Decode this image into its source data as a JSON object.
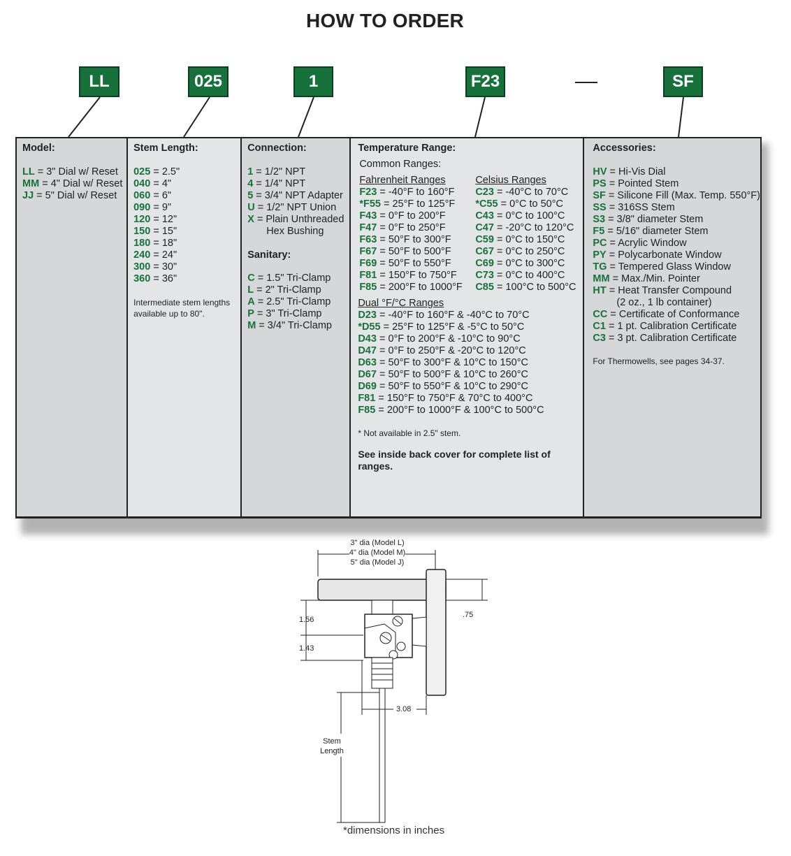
{
  "title": "HOW TO ORDER",
  "order_codes": [
    "LL",
    "025",
    "1",
    "F23",
    "SF"
  ],
  "colors": {
    "accent_green": "#16723a",
    "panel_dark": "#d5d7d9",
    "panel_light": "#e4e5e6"
  },
  "model": {
    "heading": "Model:",
    "items": [
      {
        "code": "LL",
        "text": " = 3\" Dial w/ Reset"
      },
      {
        "code": "MM",
        "text": " = 4\" Dial w/ Reset"
      },
      {
        "code": "JJ",
        "text": " = 5\" Dial w/ Reset"
      }
    ]
  },
  "stem": {
    "heading": "Stem Length:",
    "items": [
      {
        "code": "025",
        "text": " = 2.5\""
      },
      {
        "code": "040",
        "text": " = 4\""
      },
      {
        "code": "060",
        "text": " = 6\""
      },
      {
        "code": "090",
        "text": " = 9\""
      },
      {
        "code": "120",
        "text": " = 12\""
      },
      {
        "code": "150",
        "text": " = 15\""
      },
      {
        "code": "180",
        "text": " = 18\""
      },
      {
        "code": "240",
        "text": " = 24\""
      },
      {
        "code": "300",
        "text": " = 30\""
      },
      {
        "code": "360",
        "text": " = 36\""
      }
    ],
    "note_line1": "Intermediate stem lengths",
    "note_line2": "available up to 80\"."
  },
  "connection": {
    "heading": "Connection:",
    "items": [
      {
        "code": "1",
        "text": " = 1/2\" NPT"
      },
      {
        "code": "4",
        "text": " = 1/4\" NPT"
      },
      {
        "code": "5",
        "text": " = 3/4\" NPT Adapter"
      },
      {
        "code": "U",
        "text": " = 1/2\" NPT Union"
      },
      {
        "code": "X",
        "text": " = Plain Unthreaded"
      }
    ],
    "continuation": "Hex Bushing",
    "sanitary_heading": "Sanitary:",
    "sanitary_items": [
      {
        "code": "C",
        "text": " = 1.5\" Tri-Clamp"
      },
      {
        "code": "L",
        "text": " = 2\" Tri-Clamp"
      },
      {
        "code": "A",
        "text": " = 2.5\" Tri-Clamp"
      },
      {
        "code": "P",
        "text": " = 3\" Tri-Clamp"
      },
      {
        "code": "M",
        "text": " = 3/4\" Tri-Clamp"
      }
    ]
  },
  "temperature": {
    "heading": "Temperature Range:",
    "common_label": "Common Ranges:",
    "fahrenheit_heading": "Fahrenheit  Ranges",
    "celsius_heading": "Celsius Ranges",
    "fahrenheit": [
      {
        "code": "F23",
        "text": " = -40°F to 160°F"
      },
      {
        "code": "*F55",
        "text": " = 25°F to 125°F"
      },
      {
        "code": "F43",
        "text": " = 0°F to 200°F"
      },
      {
        "code": "F47",
        "text": " = 0°F to 250°F"
      },
      {
        "code": "F63",
        "text": " = 50°F to 300°F"
      },
      {
        "code": "F67",
        "text": " = 50°F to 500°F"
      },
      {
        "code": "F69",
        "text": " = 50°F to 550°F"
      },
      {
        "code": "F81",
        "text": " = 150°F to 750°F"
      },
      {
        "code": "F85",
        "text": " = 200°F to 1000°F"
      }
    ],
    "celsius": [
      {
        "code": "C23",
        "text": " = -40°C to 70°C"
      },
      {
        "code": "*C55",
        "text": " = 0°C to 50°C"
      },
      {
        "code": "C43",
        "text": " = 0°C to 100°C"
      },
      {
        "code": "C47",
        "text": " = -20°C to 120°C"
      },
      {
        "code": "C59",
        "text": " = 0°C to 150°C"
      },
      {
        "code": "C67",
        "text": " = 0°C to 250°C"
      },
      {
        "code": "C69",
        "text": " = 0°C to 300°C"
      },
      {
        "code": "C73",
        "text": " = 0°C to 400°C"
      },
      {
        "code": "C85",
        "text": " = 100°C to 500°C"
      }
    ],
    "dual_heading": "Dual °F/°C Ranges",
    "dual": [
      {
        "code": "D23",
        "text": " = -40°F to 160°F & -40°C to 70°C"
      },
      {
        "code": "*D55",
        "text": " = 25°F to 125°F & -5°C to 50°C"
      },
      {
        "code": "D43",
        "text": " = 0°F to 200°F & -10°C to 90°C"
      },
      {
        "code": "D47",
        "text": " = 0°F to 250°F & -20°C to 120°C"
      },
      {
        "code": "D63",
        "text": " = 50°F to 300°F & 10°C to 150°C"
      },
      {
        "code": "D67",
        "text": " = 50°F to 500°F & 10°C to 260°C"
      },
      {
        "code": "D69",
        "text": " = 50°F to 550°F  & 10°C to 290°C"
      },
      {
        "code": "F81",
        "text": " = 150°F to 750°F & 70°C to 400°C"
      },
      {
        "code": "F85",
        "text": " = 200°F to 1000°F & 100°C to 500°C"
      }
    ],
    "footnote": "* Not available in 2.5\" stem.",
    "see_inside_line1": "See inside back cover for complete list of",
    "see_inside_line2": "ranges."
  },
  "accessories": {
    "heading": "Accessories:",
    "items": [
      {
        "code": "HV",
        "text": " = Hi-Vis Dial"
      },
      {
        "code": "PS",
        "text": " = Pointed Stem"
      },
      {
        "code": "SF",
        "text": " = Silicone Fill (Max. Temp. 550°F)"
      },
      {
        "code": "SS",
        "text": " = 316SS Stem"
      },
      {
        "code": "S3",
        "text": " = 3/8\" diameter Stem"
      },
      {
        "code": "F5",
        "text": " = 5/16\" diameter  Stem"
      },
      {
        "code": "PC",
        "text": " = Acrylic Window"
      },
      {
        "code": "PY",
        "text": " = Polycarbonate Window"
      },
      {
        "code": "TG",
        "text": " = Tempered Glass Window"
      },
      {
        "code": "MM",
        "text": " = Max./Min. Pointer"
      },
      {
        "code": "HT",
        "text": " = Heat Transfer Compound"
      }
    ],
    "ht_continuation": "(2 oz., 1 lb container)",
    "items2": [
      {
        "code": "CC",
        "text": " = Certificate of Conformance"
      },
      {
        "code": "C1",
        "text": " = 1 pt. Calibration Certificate"
      },
      {
        "code": "C3",
        "text": " = 3 pt. Calibration Certificate"
      }
    ],
    "note": "For Thermowells, see pages 34-37."
  },
  "drawing": {
    "dia_line1": "3\" dia (Model L)",
    "dia_line2": "4\" dia (Model M)",
    "dia_line3": "5\" dia (Model J)",
    "dim_156": "1.56",
    "dim_143": "1.43",
    "dim_075": ".75",
    "dim_308": "3.08",
    "stem_label1": "Stem",
    "stem_label2": "Length"
  },
  "footnote": "*dimensions in inches"
}
